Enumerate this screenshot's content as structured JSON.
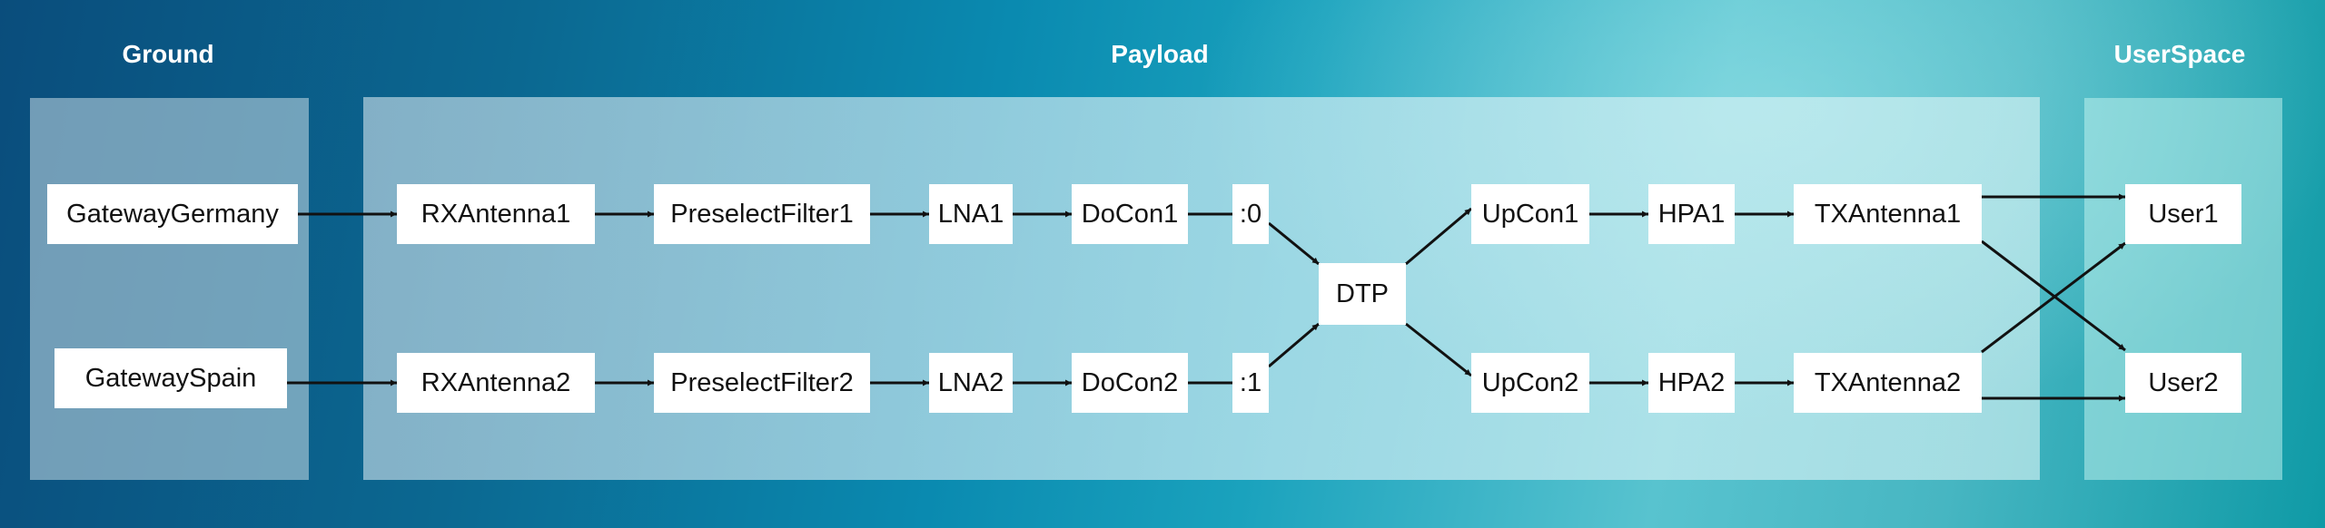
{
  "sections": {
    "ground": "Ground",
    "payload": "Payload",
    "userspace": "UserSpace"
  },
  "nodes": {
    "gateway_germany": "GatewayGermany",
    "gateway_spain": "GatewaySpain",
    "rx_antenna1": "RXAntenna1",
    "rx_antenna2": "RXAntenna2",
    "preselect_filter1": "PreselectFilter1",
    "preselect_filter2": "PreselectFilter2",
    "lna1": "LNA1",
    "lna2": "LNA2",
    "docon1": "DoCon1",
    "docon2": "DoCon2",
    "port0": ":0",
    "port1": ":1",
    "dtp": "DTP",
    "upcon1": "UpCon1",
    "upcon2": "UpCon2",
    "hpa1": "HPA1",
    "hpa2": "HPA2",
    "tx_antenna1": "TXAntenna1",
    "tx_antenna2": "TXAntenna2",
    "user1": "User1",
    "user2": "User2"
  },
  "colors": {
    "edge": "#111111",
    "node_fill": "#ffffff"
  }
}
